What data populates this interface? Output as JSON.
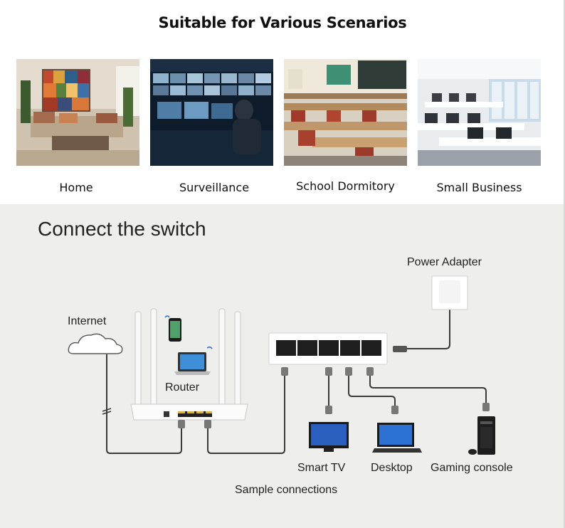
{
  "scenarios": {
    "title": "Suitable for Various Scenarios",
    "items": [
      {
        "label": "Home"
      },
      {
        "label": "Surveillance"
      },
      {
        "label": "School Dormitory"
      },
      {
        "label": "Small Business"
      }
    ]
  },
  "connect": {
    "title": "Connect the switch",
    "labels": {
      "internet": "Internet",
      "router": "Router",
      "power_adapter": "Power Adapter",
      "smart_tv": "Smart TV",
      "desktop": "Desktop",
      "gaming_console": "Gaming console",
      "sample": "Sample connections"
    }
  },
  "colors": {
    "accent": "#2f6fd6",
    "cable": "#3a3a3a",
    "background": "#eeeeec"
  }
}
